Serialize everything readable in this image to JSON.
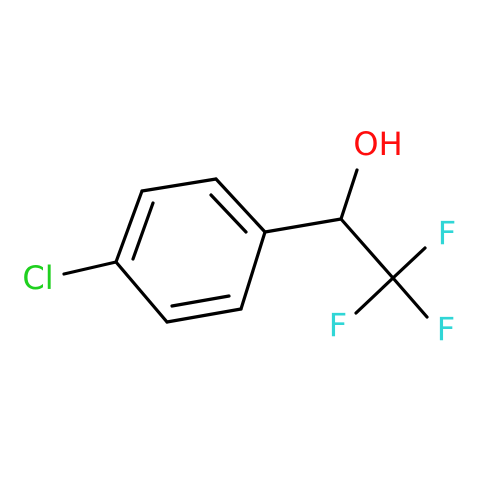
{
  "colors": {
    "background": "#ffffff",
    "bond": "#000000",
    "oxygen": "#ff0d0d",
    "chlorine": "#1fd01f",
    "fluorine": "#30d6d6"
  },
  "atoms": {
    "hydroxyl": {
      "text": "OH",
      "color_key": "oxygen"
    },
    "chlorine": {
      "text": "Cl",
      "color_key": "chlorine"
    },
    "fluorine_top": {
      "text": "F",
      "color_key": "fluorine"
    },
    "fluorine_left": {
      "text": "F",
      "color_key": "fluorine"
    },
    "fluorine_right": {
      "text": "F",
      "color_key": "fluorine"
    }
  }
}
